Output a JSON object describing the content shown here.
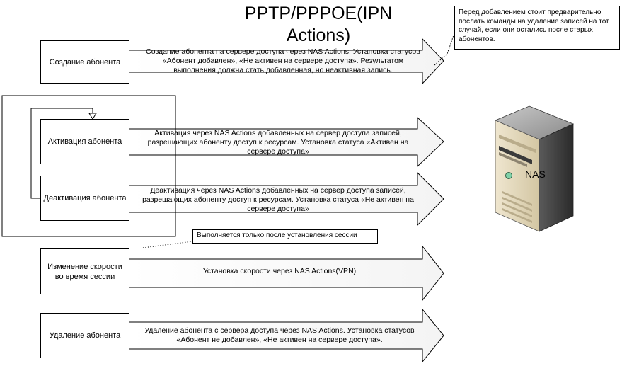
{
  "title": "PPTP/PPPOE(IPN Actions)",
  "note_top": "Перед добавлением стоит предварительно послать команды на удаление записей на тот случай, если они остались после старых абонентов.",
  "note_session": "Выполняется только после установления сессии",
  "server_label": "NAS",
  "steps": [
    {
      "label": "Создание абонента",
      "description": "Создание абонента на сервере доступа через NAS Actions. Установка статусов «Абонент добавлен», «Не активен на сервере доступа». Результатом выполнения должна стать добавленная, но неактивная запись."
    },
    {
      "label": "Активация абонента",
      "description": "Активация через NAS Actions добавленных на сервер доступа записей, разрешающих абоненту доступ к ресурсам. Установка статуса «Активен на сервере доступа»"
    },
    {
      "label": "Деактивация абонента",
      "description": "Деактивация через NAS Actions добавленных на сервер доступа записей, разрешающих абоненту доступ к ресурсам. Установка статуса «Не активен на сервере доступа»"
    },
    {
      "label": "Изменение скорости во время сессии",
      "description": "Установка скорости через NAS Actions(VPN)"
    },
    {
      "label": "Удаление абонента",
      "description": "Удаление абонента с сервера доступа через NAS Actions. Установка статусов «Абонент  не добавлен», «Не активен на сервере доступа»."
    }
  ]
}
